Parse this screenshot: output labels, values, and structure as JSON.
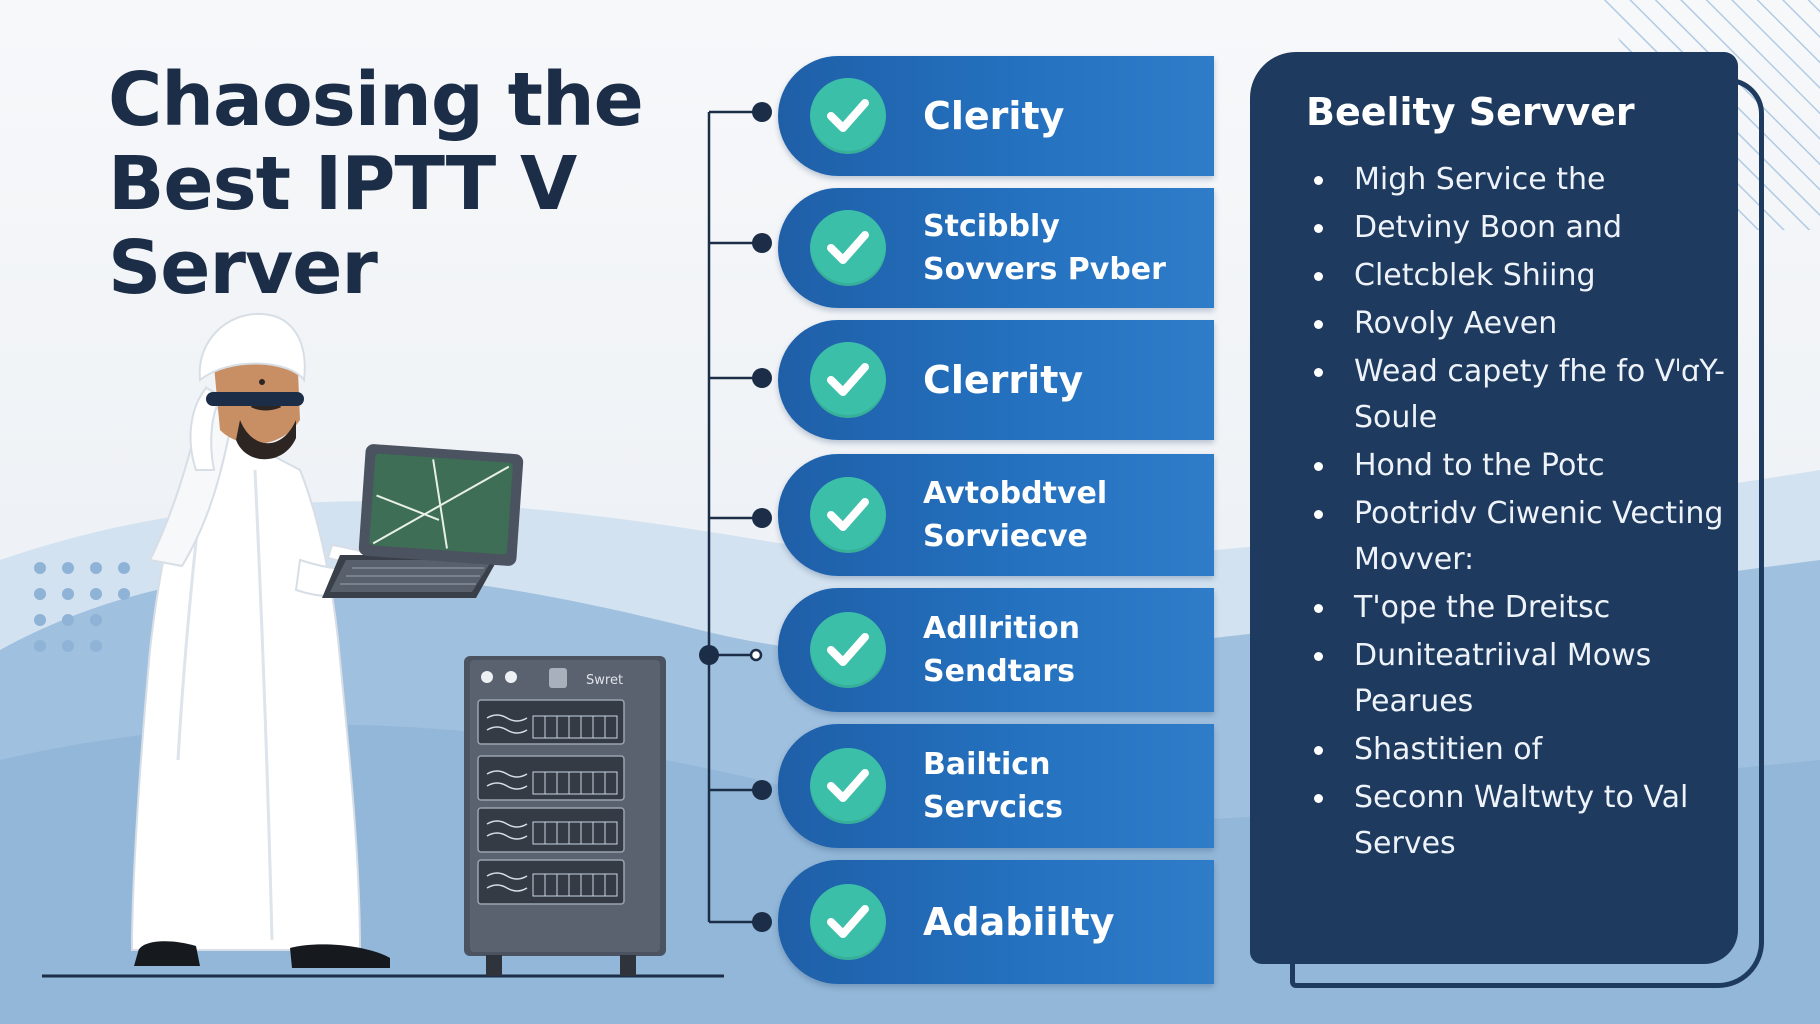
{
  "title_lines": [
    "Chaosing the",
    "Best IPTT V",
    "Server"
  ],
  "features": [
    {
      "lines": [
        "Clerity"
      ]
    },
    {
      "lines": [
        "Stcibbly",
        "Sovvers Pvber"
      ]
    },
    {
      "lines": [
        "Clerrity"
      ]
    },
    {
      "lines": [
        "Avtobdtvel",
        "Sorviecve"
      ]
    },
    {
      "lines": [
        "Adllrition",
        "Sendtars"
      ]
    },
    {
      "lines": [
        "Bailticn",
        "Servcics"
      ]
    },
    {
      "lines": [
        "Adabiilty"
      ]
    }
  ],
  "panel": {
    "title": "Beelity Servver",
    "items": [
      "Migh Service the",
      "Detviny Boon  and",
      "Cletcblek Shiing",
      "Rovoly Aeven",
      "Wead capety fhe fo VᴵꭤY- Soule",
      "Hond to the Potc",
      "Pootridv Ciwenic Vecting Movver:",
      "T'ope the Dreitsc",
      "Duniteatriival Mows Pearues",
      "Shastitien of",
      "Seconn Waltwty to Val Serves"
    ]
  },
  "server_label": "Swret",
  "colors": {
    "title": "#1c2d47",
    "pill": "#2471bf",
    "check": "#3cbfa8",
    "panel": "#1e3a5f",
    "background_wave": "#9fc0de"
  }
}
